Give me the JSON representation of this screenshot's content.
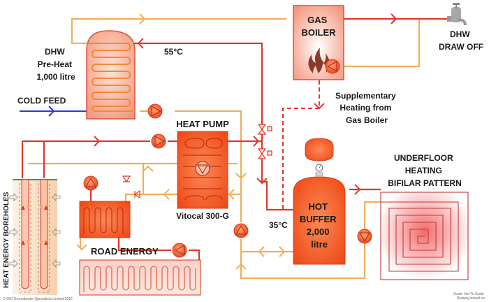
{
  "title": "Ground source heat pump system schematic",
  "colors": {
    "hot_pipe": "#e2372a",
    "cool_pipe": "#f2ae5a",
    "cold_feed": "#2a3fd6",
    "component_fill": "#f05a28",
    "ground_line": "#2aa84a",
    "text": "#1a1a1a"
  },
  "labels": {
    "dhw_preheat": [
      "DHW",
      "Pre-Heat",
      "1,000 litre"
    ],
    "cold_feed": "COLD FEED",
    "temp_55": "55°C",
    "temp_35": "35°C",
    "gas_boiler": [
      "GAS",
      "BOILER"
    ],
    "dhw_draw_off": [
      "DHW",
      "DRAW OFF"
    ],
    "supplementary": [
      "Supplementary",
      "Heating from",
      "Gas Boiler"
    ],
    "heat_pump": "HEAT PUMP",
    "heat_pump_model": "Vitocal 300-G",
    "hot_buffer": [
      "HOT",
      "BUFFER",
      "2,000",
      "litre"
    ],
    "underfloor": [
      "UNDERFLOOR",
      "HEATING",
      "BIFILAR PATTERN"
    ],
    "road_energy": "ROAD ENERGY",
    "boreholes": "HEAT ENERGY BOREHOLES",
    "copyright": "© OGI Groundwater Specialists Limited 2012",
    "scale_note": [
      "Scale: Not To Scale",
      "Drawing based on"
    ]
  },
  "components": [
    {
      "name": "dhw-preheat-tank",
      "icon": "tank-with-coil"
    },
    {
      "name": "gas-boiler",
      "icon": "flame-icon"
    },
    {
      "name": "dhw-tap",
      "icon": "tap-icon"
    },
    {
      "name": "heat-pump",
      "icon": "heat-exchanger"
    },
    {
      "name": "hot-buffer-tank",
      "icon": "tank"
    },
    {
      "name": "expansion-vessel",
      "icon": "vessel"
    },
    {
      "name": "underfloor-heating",
      "icon": "spiral-coil"
    },
    {
      "name": "road-energy-exchanger",
      "icon": "serpentine-coil"
    },
    {
      "name": "road-energy-collector",
      "icon": "serpentine-coil"
    },
    {
      "name": "borehole-array",
      "icon": "u-tube"
    }
  ]
}
